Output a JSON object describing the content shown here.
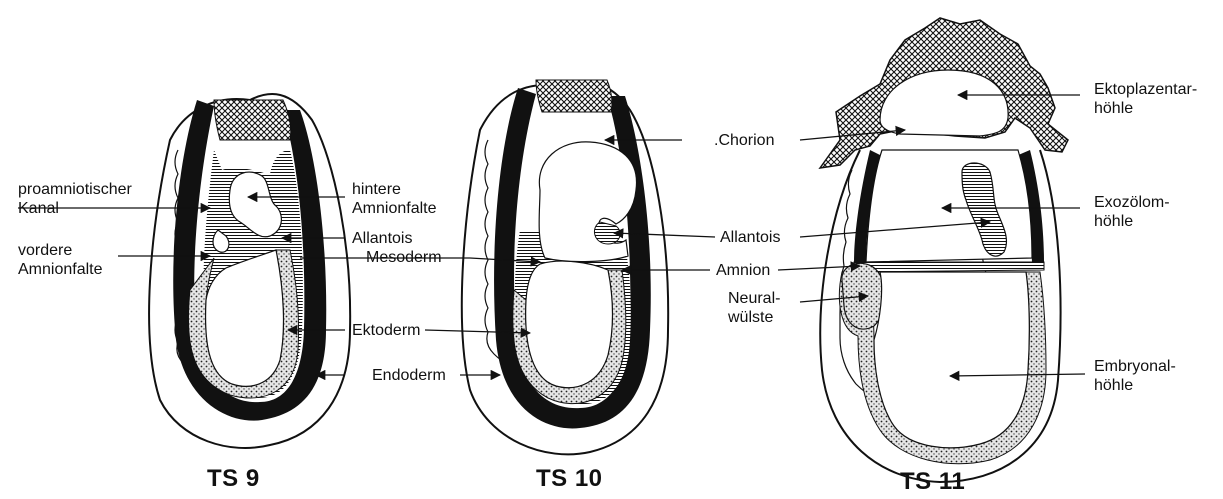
{
  "stages": [
    {
      "id": "ts9",
      "title": "TS 9"
    },
    {
      "id": "ts10",
      "title": "TS 10"
    },
    {
      "id": "ts11",
      "title": "TS 11"
    }
  ],
  "labels": {
    "proamniotischer_kanal": [
      "proamniotischer",
      "Kanal"
    ],
    "vordere_amnionfalte": [
      "vordere",
      "Amnionfalte"
    ],
    "hintere_amnionfalte": [
      "hintere",
      "Amnionfalte"
    ],
    "allantois": "Allantois",
    "mesoderm": "Mesoderm",
    "ektoderm": "Ektoderm",
    "endoderm": "Endoderm",
    "chorion": ".Chorion",
    "allantois_2": "Allantois",
    "amnion": "Amnion",
    "neuralwuelste": [
      "Neural-",
      "wülste"
    ],
    "ektoplazentarhoehle": [
      "Ektoplazentar-",
      "höhle"
    ],
    "exozoelomhoehle": [
      "Exozölom-",
      "höhle"
    ],
    "embryonalhoehle": [
      "Embryonal-",
      "höhle"
    ]
  },
  "colors": {
    "ink": "#111111",
    "background": "#ffffff",
    "stipple": "#d8d8d8"
  }
}
